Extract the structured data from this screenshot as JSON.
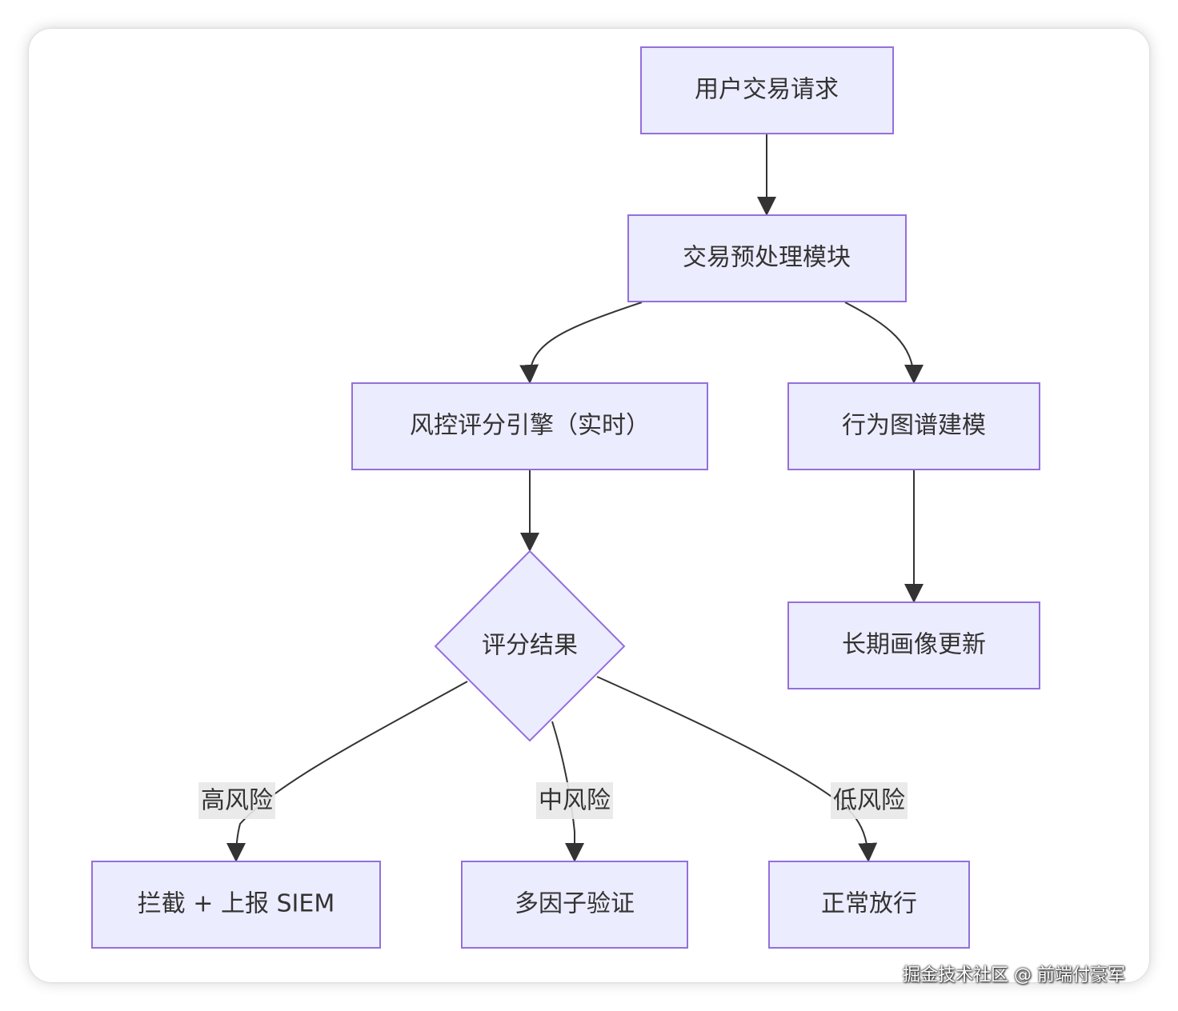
{
  "nodes": {
    "user_request": "用户交易请求",
    "preprocess": "交易预处理模块",
    "risk_engine": "风控评分引擎（实时）",
    "behavior_graph": "行为图谱建模",
    "score_result": "评分结果",
    "profile_update": "长期画像更新",
    "block_report": "拦截 + 上报 SIEM",
    "mfa": "多因子验证",
    "allow": "正常放行"
  },
  "edge_labels": {
    "high": "高风险",
    "medium": "中风险",
    "low": "低风险"
  },
  "colors": {
    "node_fill": "#ECECFF",
    "node_stroke": "#9370DB",
    "edge": "#333333",
    "label_bg": "#e8e8e8"
  },
  "watermark": "掘金技术社区 @ 前端付豪军"
}
